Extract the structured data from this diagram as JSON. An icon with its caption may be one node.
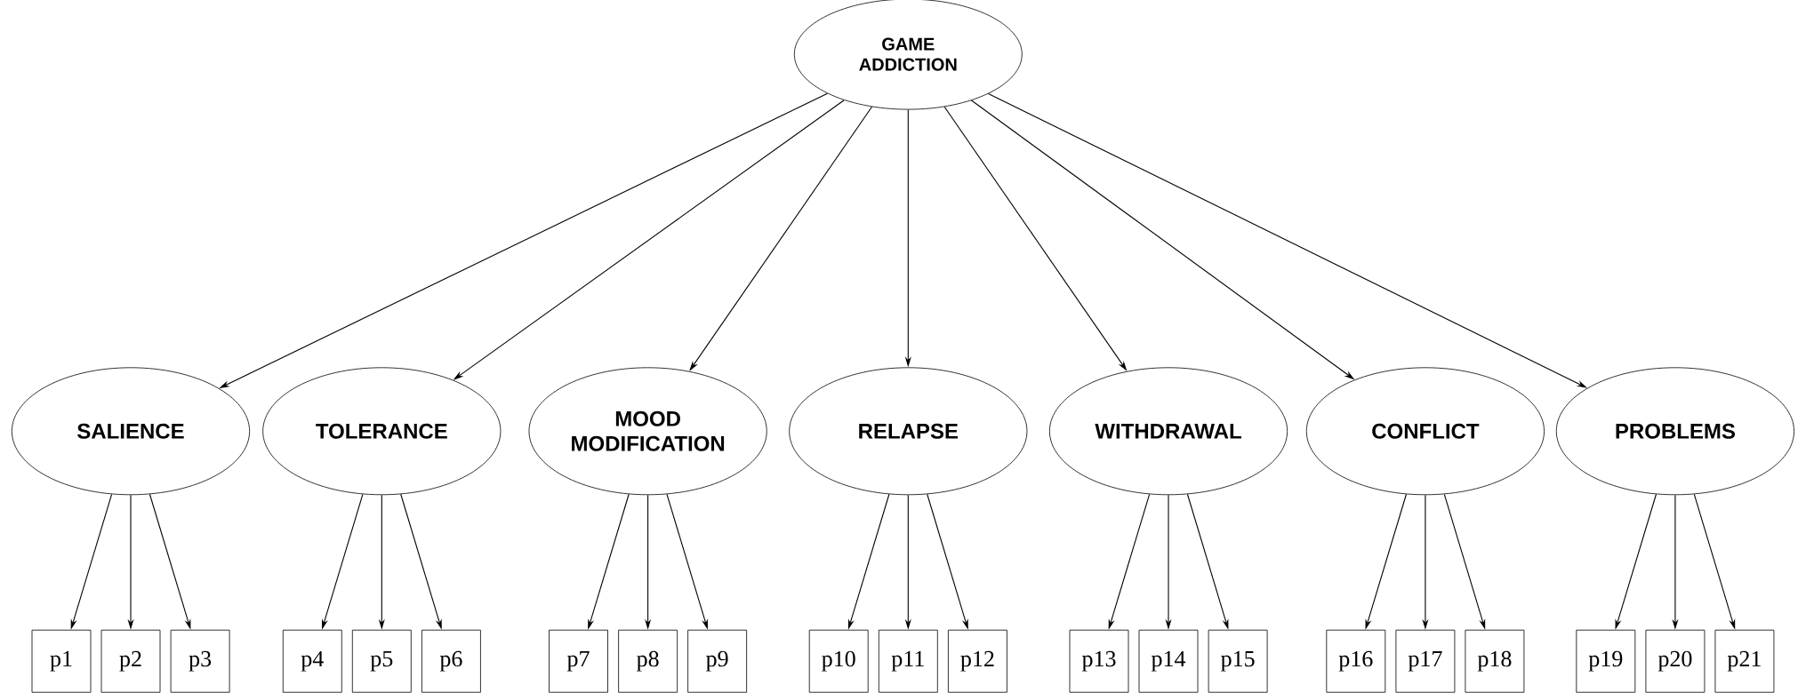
{
  "diagram": {
    "nodes": [
      {
        "text": [
          "GAME ADDICTION"
        ]
      },
      {
        "text": [
          "SALIENCE"
        ]
      },
      {
        "text": [
          "TOLERANCE"
        ]
      },
      {
        "text": [
          "MOOD MODIFICATION"
        ]
      },
      {
        "text": [
          "RELAPSE"
        ]
      },
      {
        "text": [
          "WITHDRAWAL"
        ]
      },
      {
        "text": [
          "CONFLICT"
        ]
      },
      {
        "text": [
          "PROBLEMS"
        ]
      },
      {
        "text": [
          "p1"
        ]
      },
      {
        "text": [
          "p2"
        ]
      },
      {
        "text": [
          "p3"
        ]
      },
      {
        "text": [
          "p4"
        ]
      },
      {
        "text": [
          "p5"
        ]
      },
      {
        "text": [
          "p6"
        ]
      },
      {
        "text": [
          "p7"
        ]
      },
      {
        "text": [
          "p8"
        ]
      },
      {
        "text": [
          "p9"
        ]
      },
      {
        "text": [
          "p10"
        ]
      },
      {
        "text": [
          "p11"
        ]
      },
      {
        "text": [
          "p12"
        ]
      },
      {
        "text": [
          "p13"
        ]
      },
      {
        "text": [
          "p14"
        ]
      },
      {
        "text": [
          "p15"
        ]
      },
      {
        "text": [
          "p16"
        ]
      },
      {
        "text": [
          "p17"
        ]
      },
      {
        "text": [
          "p18"
        ]
      },
      {
        "text": [
          "p19"
        ]
      },
      {
        "text": [
          "p20"
        ]
      },
      {
        "text": [
          "p21"
        ]
      }
    ],
    "edges": [
      {
        "from": 0,
        "to": 1,
        "arrow": "to"
      },
      {
        "from": 0,
        "to": 2,
        "arrow": "to"
      },
      {
        "from": 0,
        "to": 3,
        "arrow": "to"
      },
      {
        "from": 0,
        "to": 4,
        "arrow": "to"
      },
      {
        "from": 0,
        "to": 5,
        "arrow": "to"
      },
      {
        "from": 0,
        "to": 6,
        "arrow": "to"
      },
      {
        "from": 0,
        "to": 7,
        "arrow": "to"
      },
      {
        "from": 1,
        "to": 8,
        "arrow": "to"
      },
      {
        "from": 1,
        "to": 9,
        "arrow": "to"
      },
      {
        "from": 1,
        "to": 10,
        "arrow": "to"
      },
      {
        "from": 2,
        "to": 11,
        "arrow": "to"
      },
      {
        "from": 2,
        "to": 12,
        "arrow": "to"
      },
      {
        "from": 2,
        "to": 13,
        "arrow": "to"
      },
      {
        "from": 3,
        "to": 14,
        "arrow": "to"
      },
      {
        "from": 3,
        "to": 15,
        "arrow": "to"
      },
      {
        "from": 3,
        "to": 16,
        "arrow": "to"
      },
      {
        "from": 4,
        "to": 17,
        "arrow": "to"
      },
      {
        "from": 4,
        "to": 18,
        "arrow": "to"
      },
      {
        "from": 4,
        "to": 19,
        "arrow": "to"
      },
      {
        "from": 5,
        "to": 20,
        "arrow": "to"
      },
      {
        "from": 5,
        "to": 21,
        "arrow": "to"
      },
      {
        "from": 5,
        "to": 22,
        "arrow": "to"
      },
      {
        "from": 6,
        "to": 23,
        "arrow": "to"
      },
      {
        "from": 6,
        "to": 24,
        "arrow": "to"
      },
      {
        "from": 6,
        "to": 25,
        "arrow": "to"
      },
      {
        "from": 7,
        "to": 26,
        "arrow": "to"
      },
      {
        "from": 7,
        "to": 27,
        "arrow": "to"
      },
      {
        "from": 7,
        "to": 28,
        "arrow": "to"
      }
    ]
  }
}
